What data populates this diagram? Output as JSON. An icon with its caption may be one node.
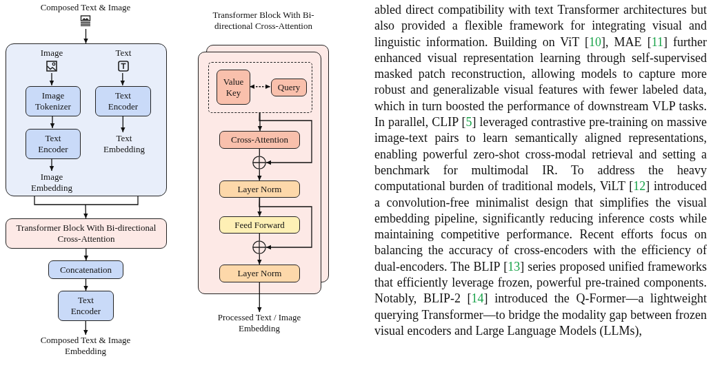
{
  "diagram": {
    "nodes": [
      {
        "text": [
          "Composed Text & Image"
        ]
      },
      {
        "text": [],
        "shape": "box"
      },
      {
        "text": [
          "Image"
        ],
        "in": 1
      },
      {
        "text": [
          "Image Tokenizer"
        ],
        "in": 1
      },
      {
        "text": [
          "Text Encoder"
        ],
        "in": 1
      },
      {
        "text": [
          "Image Embedding"
        ],
        "in": 1
      },
      {
        "text": [
          "Text"
        ],
        "in": 1
      },
      {
        "text": [
          "Text Encoder"
        ],
        "in": 1
      },
      {
        "text": [
          "Text Embedding"
        ],
        "in": 1
      },
      {
        "text": [
          "Transformer Block With Bi-directional Cross-Attention"
        ]
      },
      {
        "text": [
          "Concatenation"
        ]
      },
      {
        "text": [
          "Text Encoder"
        ]
      },
      {
        "text": [
          "Composed Text & Image Embedding"
        ]
      },
      {
        "text": [
          "Transformer Block With Bi-directional Cross-Attention"
        ]
      },
      {
        "text": [],
        "shape": "box",
        "in": 13
      },
      {
        "text": [
          "Value Key"
        ],
        "in": 14
      },
      {
        "text": [
          "Query"
        ],
        "in": 14
      },
      {
        "text": [
          "Cross-Attention"
        ],
        "in": 13
      },
      {
        "text": [],
        "shape": "circle",
        "in": 13
      },
      {
        "text": [
          "Layer Norm"
        ],
        "in": 13
      },
      {
        "text": [
          "Feed Forward"
        ],
        "in": 13
      },
      {
        "text": [],
        "shape": "circle",
        "in": 13
      },
      {
        "text": [
          "Layer Norm"
        ],
        "in": 13
      },
      {
        "text": [
          "Processed Text / Image Embedding"
        ]
      }
    ],
    "edges": [
      {
        "from": 0,
        "to": 1,
        "arrow": "to"
      },
      {
        "from": 2,
        "to": 3,
        "arrow": "to"
      },
      {
        "from": 3,
        "to": 4,
        "arrow": "to"
      },
      {
        "from": 4,
        "to": 5,
        "arrow": "to"
      },
      {
        "from": 6,
        "to": 7,
        "arrow": "to"
      },
      {
        "from": 7,
        "to": 8,
        "arrow": "to"
      },
      {
        "from": 1,
        "to": 9,
        "arrow": "to"
      },
      {
        "from": 9,
        "to": 10,
        "arrow": "to"
      },
      {
        "from": 10,
        "to": 11,
        "arrow": "to"
      },
      {
        "from": 11,
        "to": 12,
        "arrow": "to"
      },
      {
        "from": 15,
        "to": 16,
        "arrow": "both",
        "style": "dashed"
      },
      {
        "from": 14,
        "to": 17,
        "arrow": "to"
      },
      {
        "from": 14,
        "to": 18,
        "arrow": "to"
      },
      {
        "from": 17,
        "to": 18,
        "arrow": "none"
      },
      {
        "from": 18,
        "to": 19,
        "arrow": "to"
      },
      {
        "from": 19,
        "to": 20,
        "arrow": "to"
      },
      {
        "from": 19,
        "to": 21,
        "arrow": "to"
      },
      {
        "from": 20,
        "to": 21,
        "arrow": "none"
      },
      {
        "from": 21,
        "to": 22,
        "arrow": "to"
      },
      {
        "from": 22,
        "to": 23,
        "arrow": "to"
      }
    ],
    "labels": [
      "abled direct compatibility with text Transformer architectures but also provided a flexible framework for integrating visual and linguistic information. Building on ViT [10], MAE [11] further enhanced visual representation learning through self-supervised masked patch reconstruction, allowing models to capture more robust and generalizable visual features with fewer labeled data, which in turn boosted the performance of downstream VLP tasks.  In parallel, CLIP [5] leveraged contrastive pre-training on massive image-text pairs to learn semantically aligned representations, enabling powerful zero-shot cross-modal retrieval and setting a benchmark for multimodal IR. To address the heavy computational burden of traditional models, ViLT [12] introduced a convolution-free minimalist design that simplifies the visual embedding pipeline, significantly reducing inference costs while maintaining competitive performance. Recent efforts focus on balancing the accuracy of cross-encoders with the efficiency of dual-encoders. The BLIP [13] series proposed unified frameworks that efficiently leverage frozen, powerful pre-trained components. Notably, BLIP-2 [14] introduced the Q-Former—a lightweight querying Transformer—to bridge the modality gap between frozen visual encoders and Large Language Models (LLMs),"
    ]
  }
}
